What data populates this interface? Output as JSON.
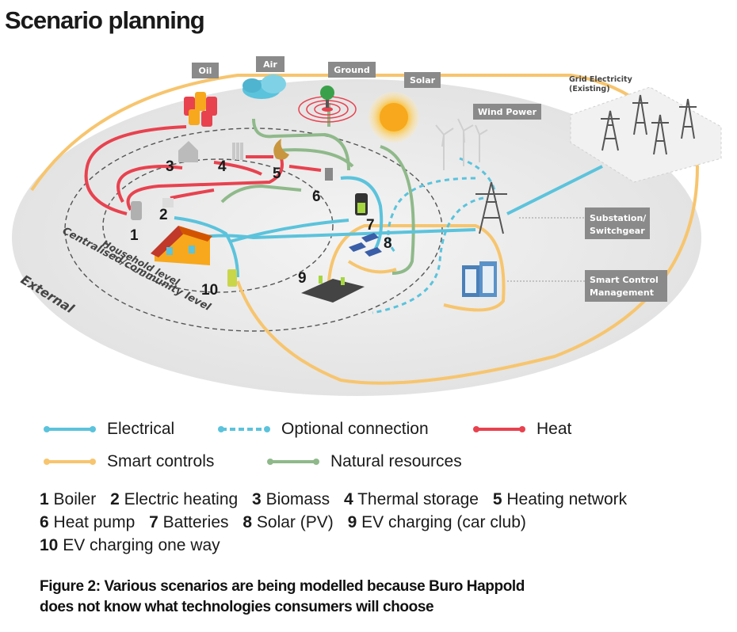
{
  "title": "Scenario planning",
  "resources": {
    "oil": "Oil",
    "air": "Air",
    "ground": "Ground",
    "solar": "Solar",
    "wind": "Wind Power",
    "grid_line1": "Grid Electricity",
    "grid_line2": "(Existing)",
    "substation_line1": "Substation/",
    "substation_line2": "Switchgear",
    "smart_line1": "Smart Control",
    "smart_line2": "Management"
  },
  "rings": {
    "household": "Household level",
    "community": "Centralised/community level",
    "external": "External"
  },
  "numbers": [
    "1",
    "2",
    "3",
    "4",
    "5",
    "6",
    "7",
    "8",
    "9",
    "10"
  ],
  "legend": {
    "electrical": {
      "label": "Electrical",
      "color": "#5bc3dc"
    },
    "optional": {
      "label": "Optional connection",
      "color": "#5bc3dc"
    },
    "heat": {
      "label": "Heat",
      "color": "#e8424f"
    },
    "smart": {
      "label": "Smart controls",
      "color": "#f7c56e"
    },
    "natural": {
      "label": "Natural resources",
      "color": "#8fb98a"
    }
  },
  "key": [
    {
      "num": "1",
      "label": "Boiler"
    },
    {
      "num": "2",
      "label": "Electric heating"
    },
    {
      "num": "3",
      "label": "Biomass"
    },
    {
      "num": "4",
      "label": "Thermal storage"
    },
    {
      "num": "5",
      "label": "Heating network"
    },
    {
      "num": "6",
      "label": "Heat pump"
    },
    {
      "num": "7",
      "label": "Batteries"
    },
    {
      "num": "8",
      "label": "Solar (PV)"
    },
    {
      "num": "9",
      "label": "EV charging (car club)"
    },
    {
      "num": "10",
      "label": "EV charging one way"
    }
  ],
  "caption_line1": "Figure 2: Various scenarios are being modelled because Buro Happold",
  "caption_line2": "does not know what technologies consumers will choose"
}
